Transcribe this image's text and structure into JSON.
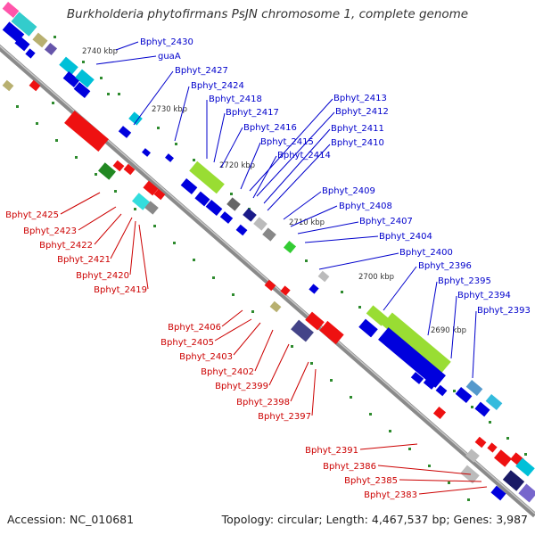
{
  "title": "Burkholderia phytofirmans PsJN chromosome 1, complete genome",
  "footer": {
    "accession": "Accession: NC_010681",
    "summary": "Topology: circular; Length: 4,467,537 bp; Genes: 3,987"
  },
  "colors": {
    "forward_label": "#0000cc",
    "reverse_label": "#cc0000",
    "backbone": "#777777",
    "scale_tick": "#2e8b2e",
    "forward_gene": "#0000dd",
    "reverse_gene": "#ee1111"
  },
  "scale_labels": [
    "2740 kbp",
    "2730 kbp",
    "2720 kbp",
    "2710 kbp",
    "2700 kbp",
    "2690 kbp"
  ],
  "forward_labels": [
    "Bphyt_2430",
    "guaA",
    "Bphyt_2427",
    "Bphyt_2424",
    "Bphyt_2418",
    "Bphyt_2417",
    "Bphyt_2416",
    "Bphyt_2415",
    "Bphyt_2414",
    "Bphyt_2413",
    "Bphyt_2412",
    "Bphyt_2411",
    "Bphyt_2410",
    "Bphyt_2409",
    "Bphyt_2408",
    "Bphyt_2407",
    "Bphyt_2404",
    "Bphyt_2400",
    "Bphyt_2396",
    "Bphyt_2395",
    "Bphyt_2394",
    "Bphyt_2393"
  ],
  "reverse_labels": [
    "Bphyt_2425",
    "Bphyt_2423",
    "Bphyt_2422",
    "Bphyt_2421",
    "Bphyt_2420",
    "Bphyt_2419",
    "Bphyt_2406",
    "Bphyt_2405",
    "Bphyt_2403",
    "Bphyt_2402",
    "Bphyt_2399",
    "Bphyt_2398",
    "Bphyt_2397",
    "Bphyt_2391",
    "Bphyt_2386",
    "Bphyt_2385",
    "Bphyt_2383"
  ]
}
